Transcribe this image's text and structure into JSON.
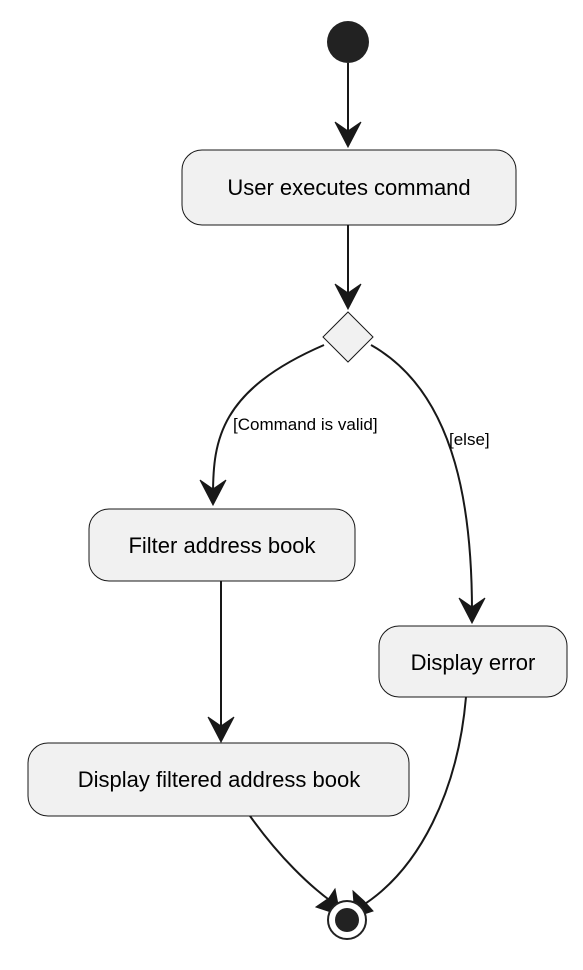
{
  "diagram": {
    "type": "activity-diagram",
    "actions": {
      "user_executes_command": "User executes command",
      "filter_address_book": "Filter address book",
      "display_filtered_address_book": "Display filtered address book",
      "display_error": "Display error"
    },
    "guards": {
      "valid": "[Command is valid]",
      "else": "[else]"
    },
    "colors": {
      "node_fill": "#f1f1f1",
      "stroke": "#181818",
      "start_fill": "#222222"
    }
  }
}
